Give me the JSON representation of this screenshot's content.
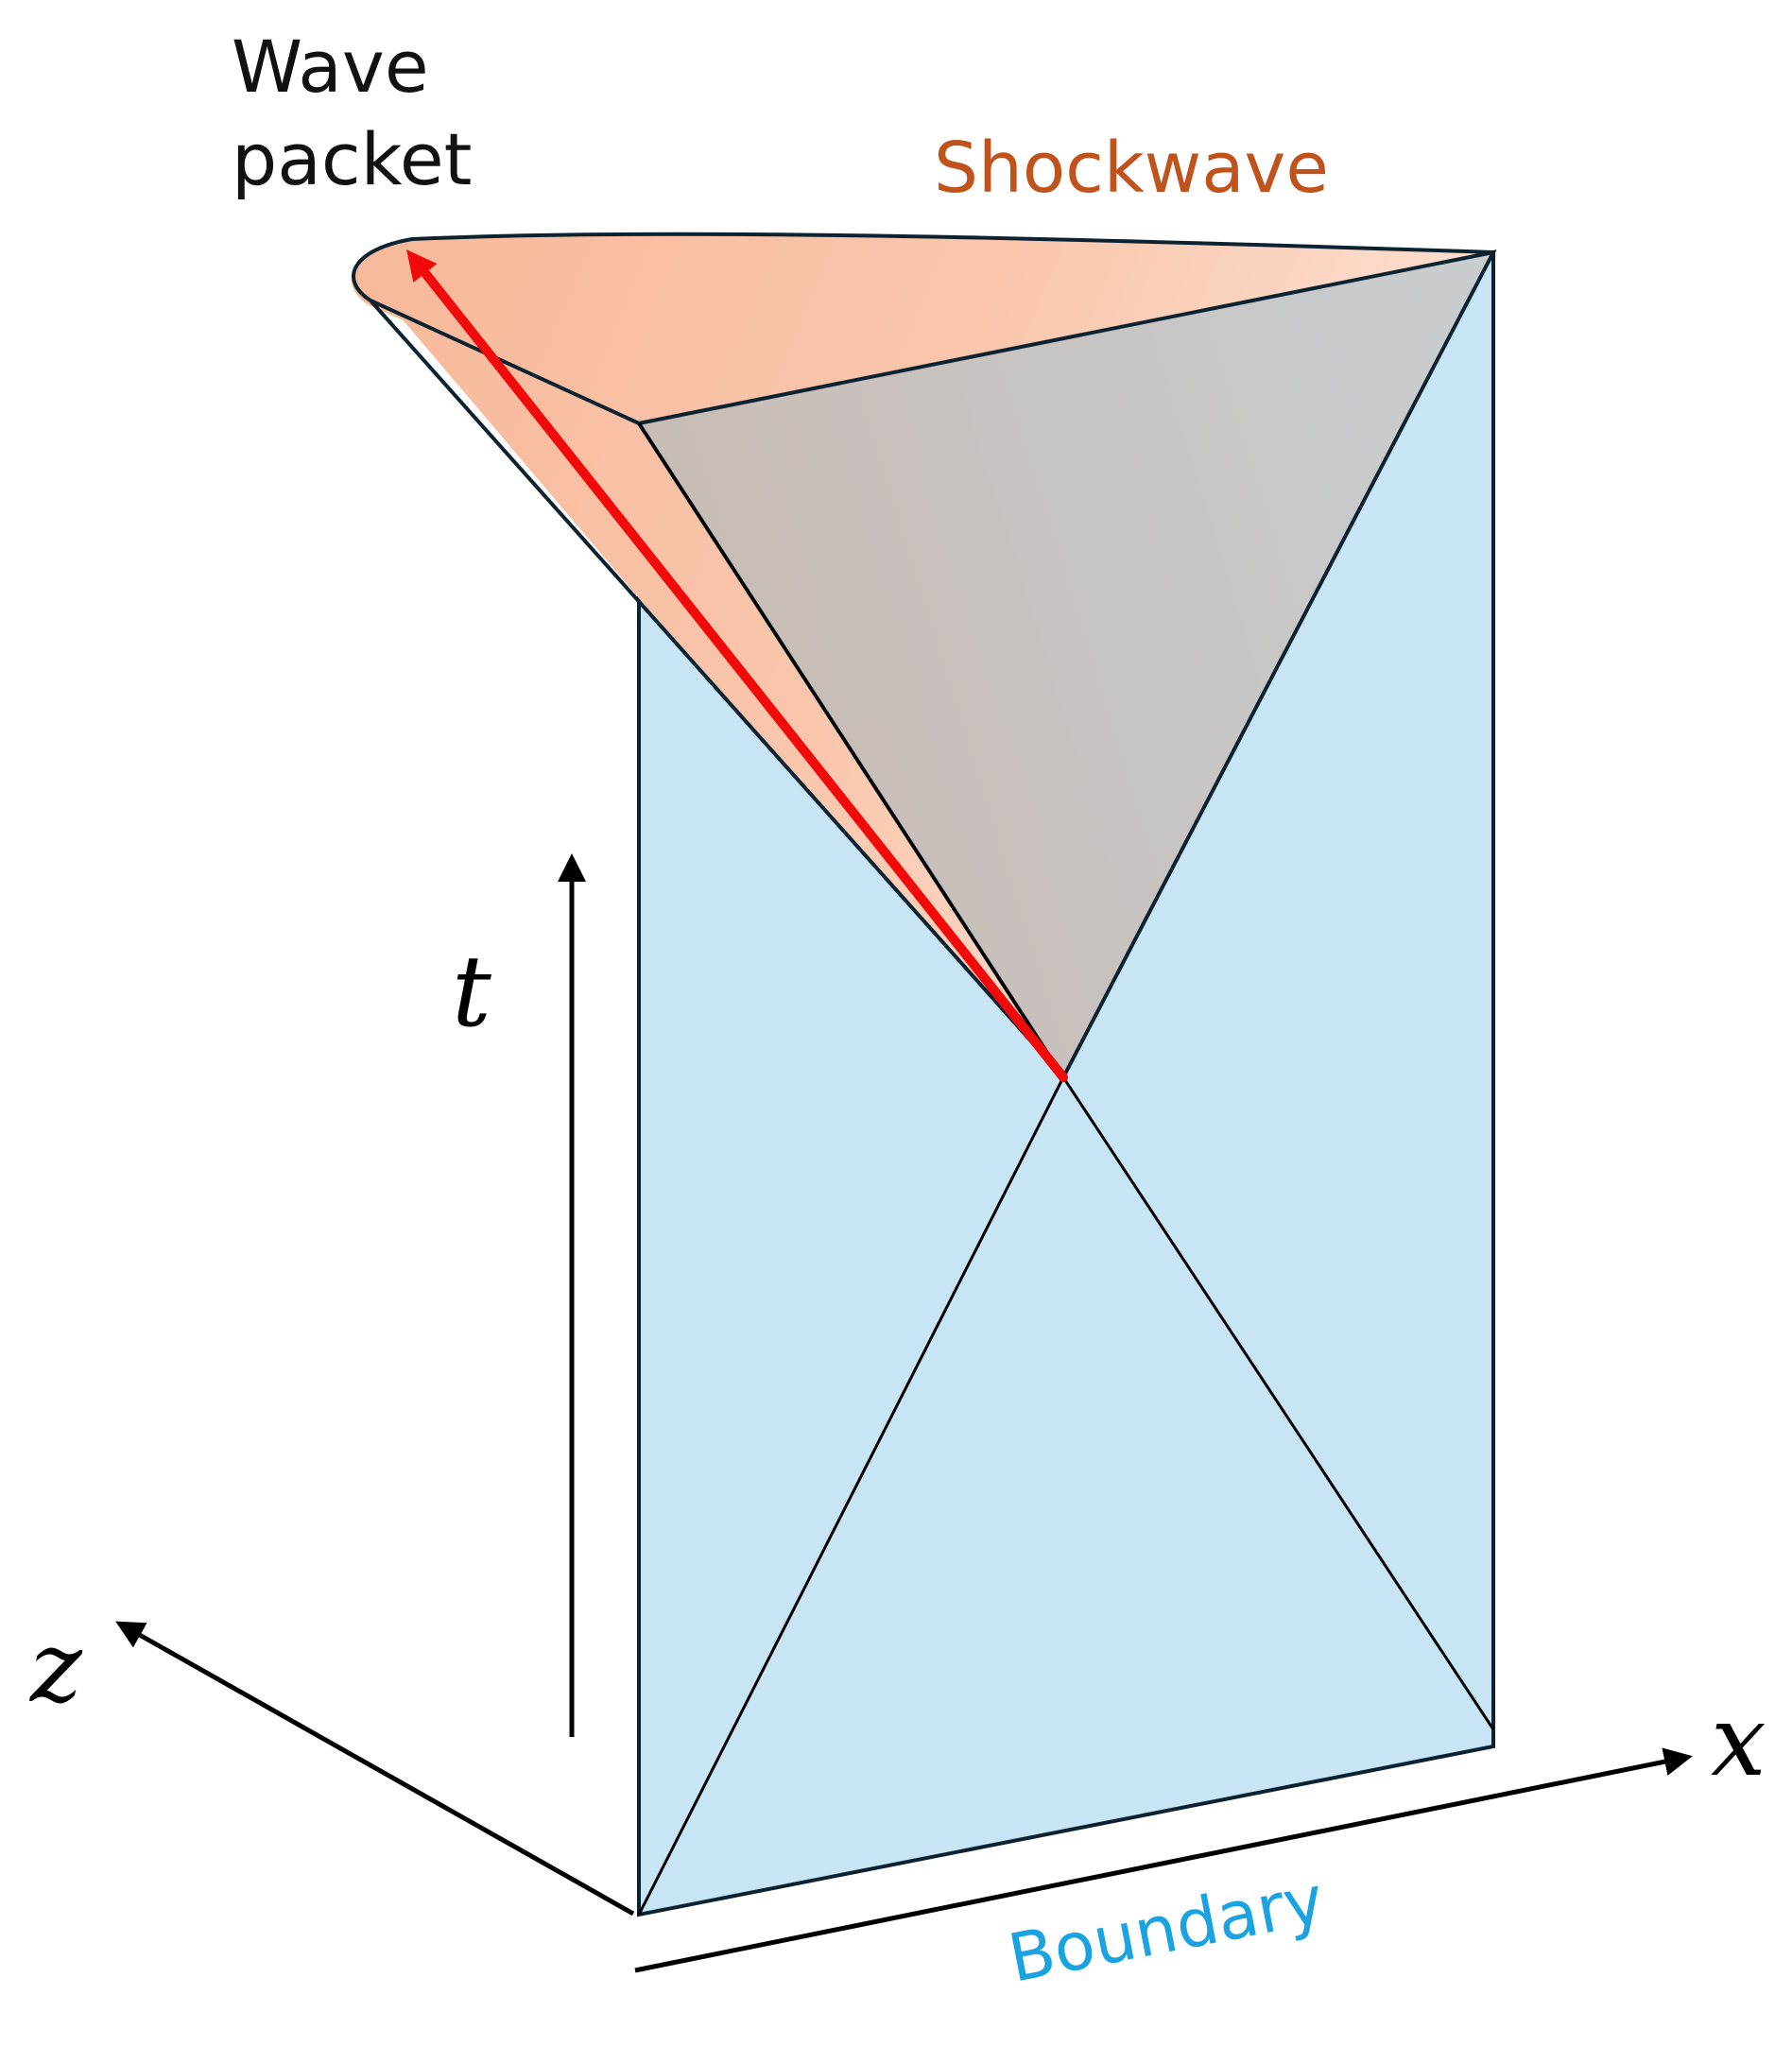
{
  "labels": {
    "wave_packet_line1": "Wave",
    "wave_packet_line2": "packet",
    "shockwave": "Shockwave",
    "boundary": "Boundary",
    "axis_t": "t",
    "axis_x": "x",
    "axis_z": "z"
  },
  "colors": {
    "boundary_fill": "#c8e5f5",
    "boundary_text": "#1aa3e0",
    "shockwave_fill": "#f7bfa4",
    "shockwave_text": "#c0531c",
    "cone_fill": "#c7bfba",
    "outline": "#0d2230",
    "arrow_red": "#f00a0a",
    "axis": "#000000"
  }
}
